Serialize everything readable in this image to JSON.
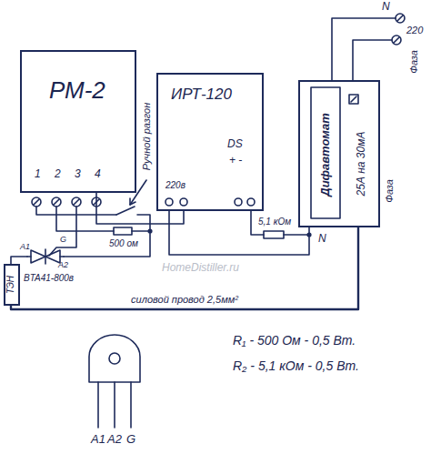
{
  "diagram": {
    "nodes": [
      {
        "text": [
          "РМ-2",
          "1",
          "2",
          "3",
          "4"
        ]
      },
      {
        "text": [
          "ИРТ-120",
          "220в",
          "DS",
          "+ -"
        ]
      },
      {
        "text": [
          "Дифавтомат",
          "25А на 30мА"
        ]
      },
      {
        "text": [
          "ТЭН"
        ]
      }
    ],
    "edges": [
      {
        "from": 0,
        "to": 1,
        "arrow": "none"
      },
      {
        "from": 2,
        "to": 1,
        "arrow": "none"
      },
      {
        "from": 2,
        "to": 3,
        "label": "силовой провод 2,5мм²",
        "arrow": "none"
      }
    ],
    "labels": [
      "N",
      "220",
      "Фаза",
      "Ручной разгон",
      "500 ом",
      "5,1 кОм",
      "BTA41-800в",
      "A1",
      "A2",
      "G",
      "N",
      "Фаза",
      "R₁ - 500 Ом - 0,5 Вт.",
      "R₂ - 5,1 кОм - 0,5 Вт.",
      "A1",
      "A2",
      "G",
      "HomeDistiller.ru"
    ]
  }
}
